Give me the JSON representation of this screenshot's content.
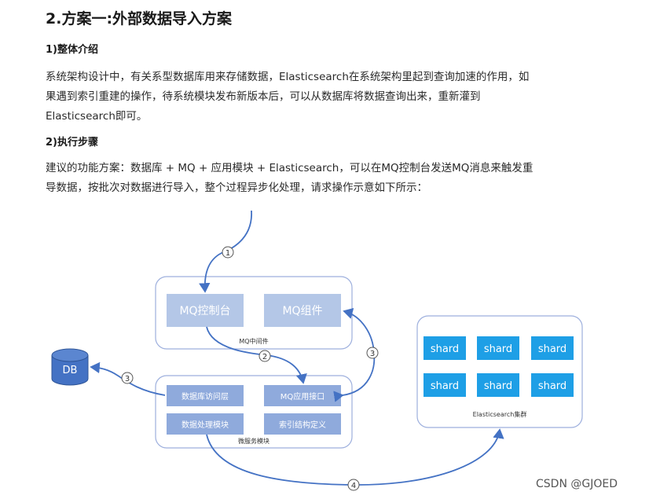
{
  "doc": {
    "heading": "2.方案一:外部数据导入方案",
    "sec1_title": "1)整体介绍",
    "sec1_line1": "系统架构设计中，有关系型数据库用来存储数据，Elasticsearch在系统架构里起到查询加速的作用，如",
    "sec1_line2": "果遇到索引重建的操作，待系统模块发布新版本后，可以从数据库将数据查询出来，重新灌到",
    "sec1_line3": "Elasticsearch即可。",
    "sec2_title": "2)执行步骤",
    "sec2_line1": "建议的功能方案：数据库 + MQ + 应用模块 + Elasticsearch，可以在MQ控制台发送MQ消息来触发重",
    "sec2_line2": "导数据，按批次对数据进行导入，整个过程异步化处理，请求操作示意如下所示："
  },
  "diagram": {
    "mq_console": "MQ控制台",
    "mq_component": "MQ组件",
    "mq_middleware": "MQ中间件",
    "db": "DB",
    "db_access": "数据库访问层",
    "mq_app_api": "MQ应用接口",
    "data_processing": "数据处理模块",
    "index_def": "索引结构定义",
    "microservice": "微服务模块",
    "shard": "shard",
    "es_cluster": "Elasticsearch集群",
    "step1": "1",
    "step2": "2",
    "step3": "3",
    "step4": "4"
  },
  "colors": {
    "box_fill": "#8faadc",
    "frame": "#9dafdd",
    "line": "#4472c4",
    "shard": "#1e9fe6",
    "db": "#4472c4"
  },
  "watermark": "CSDN @GJOED"
}
